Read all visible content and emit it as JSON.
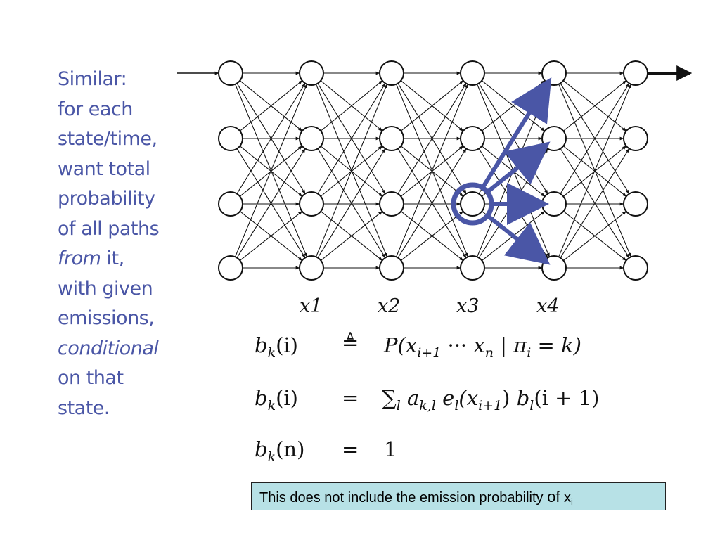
{
  "sidebar": {
    "l1": "Similar:",
    "l2": "for each",
    "l3": "state/time,",
    "l4": "want total",
    "l5": "probability",
    "l6": "of all paths",
    "l7a": "from",
    "l7b": " it,",
    "l8": "with given",
    "l9": "emissions,",
    "l10": "conditional",
    "l11": "on that",
    "l12": "state."
  },
  "x_labels": [
    "x1",
    "x2",
    "x3",
    "x4"
  ],
  "equations": {
    "eq1": {
      "lhs": "b",
      "lhs_sub": "k",
      "lhs_arg": "(i)",
      "op": "≜",
      "rhs_p": "P(",
      "rhs_x1": "x",
      "rhs_x1_sub": "i+1",
      "rhs_dots": " ··· ",
      "rhs_x2": "x",
      "rhs_x2_sub": "n",
      "rhs_bar": " | ",
      "rhs_pi": "π",
      "rhs_pi_sub": "i",
      "rhs_tail": " = k)"
    },
    "eq2": {
      "lhs": "b",
      "lhs_sub": "k",
      "lhs_arg": "(i)",
      "op": "=",
      "sum": "∑",
      "sum_sub": "l",
      "a": " a",
      "a_sub": "k,l",
      "e": " e",
      "e_sub": "l",
      "e_arg_open": "(x",
      "e_arg_sub": "i+1",
      "e_arg_close": ")",
      "b": " b",
      "b_sub": "l",
      "b_arg": "(i + 1)"
    },
    "eq3": {
      "lhs": "b",
      "lhs_sub": "k",
      "lhs_arg": "(n)",
      "op": "=",
      "rhs": "1"
    }
  },
  "note": {
    "text": "This does not include the emission probability ",
    "of": "of",
    "x": " x",
    "x_sub": "i"
  },
  "colors": {
    "text_blue": "#4a56a6",
    "arrow_blue": "#4a56a6",
    "note_bg": "#b7e1e6"
  }
}
